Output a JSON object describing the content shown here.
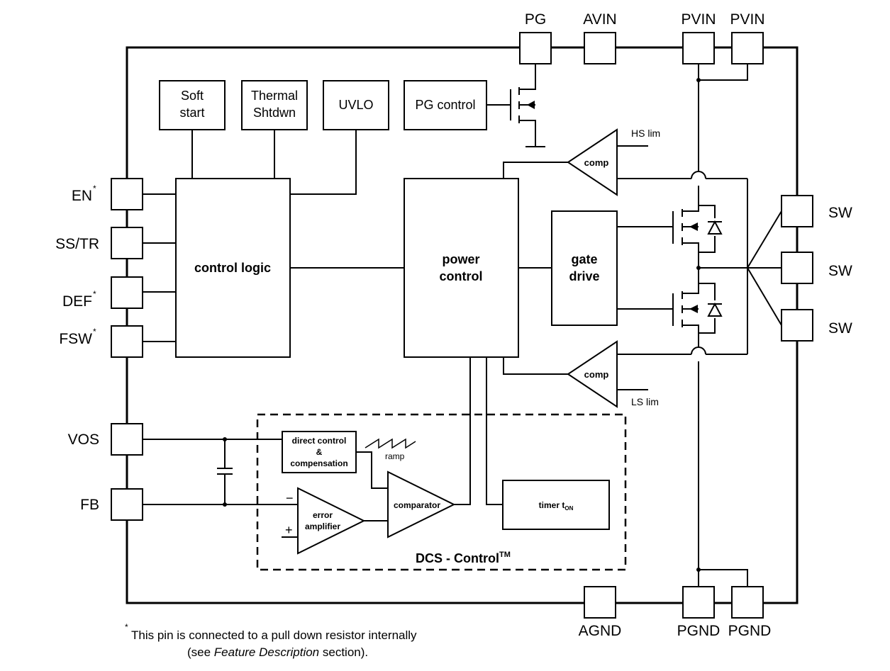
{
  "pins": {
    "top": {
      "pg": "PG",
      "avin": "AVIN",
      "pvin1": "PVIN",
      "pvin2": "PVIN"
    },
    "left": {
      "en": "EN",
      "ss_tr": "SS/TR",
      "def": "DEF",
      "fsw": "FSW",
      "vos": "VOS",
      "fb": "FB"
    },
    "right": {
      "sw1": "SW",
      "sw2": "SW",
      "sw3": "SW"
    },
    "bottom": {
      "agnd": "AGND",
      "pgnd1": "PGND",
      "pgnd2": "PGND"
    },
    "star": "*"
  },
  "blocks": {
    "soft_start": [
      "Soft",
      "start"
    ],
    "thermal": [
      "Thermal",
      "Shtdwn"
    ],
    "uvlo": "UVLO",
    "pg_control": "PG control",
    "control_logic": "control logic",
    "power_control": [
      "power",
      "control"
    ],
    "gate_drive": [
      "gate",
      "drive"
    ],
    "comp_hs": "comp",
    "comp_ls": "comp",
    "hs_lim": "HS lim",
    "ls_lim": "LS lim",
    "direct_control": [
      "direct control",
      "&",
      "compensation"
    ],
    "ramp": "ramp",
    "comparator": "comparator",
    "error_amp": [
      "error",
      "amplifier"
    ],
    "minus": "−",
    "plus": "+",
    "timer_main": "timer t",
    "timer_sub": "ON",
    "dcs_main": "DCS - Control",
    "dcs_sup": "TM"
  },
  "footnote": {
    "star": "*",
    "line1": "This pin is connected to a pull down resistor internally",
    "line2_pre": "(see ",
    "line2_em": "Feature Description",
    "line2_post": " section)."
  }
}
